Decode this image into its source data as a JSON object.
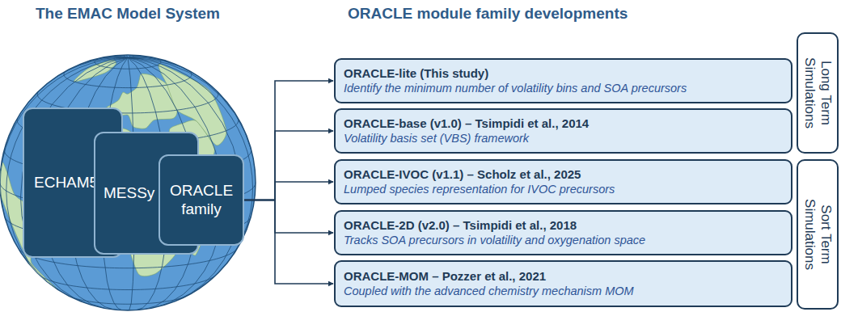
{
  "diagram": {
    "nodes": [
      {
        "text": [
          "ECHAM5"
        ]
      },
      {
        "text": [
          "MESSy"
        ]
      },
      {
        "text": [
          "ORACLE family"
        ]
      },
      {
        "text": [
          "ORACLE-lite (This study)",
          "Identify the minimum number of volatility bins and SOA precursors"
        ]
      },
      {
        "text": [
          "ORACLE-base (v1.0) – Tsimpidi et al., 2014",
          "Volatility basis set (VBS) framework"
        ]
      },
      {
        "text": [
          "ORACLE-IVOC (v1.1) – Scholz et al., 2025",
          "Lumped species representation for IVOC precursors"
        ]
      },
      {
        "text": [
          "ORACLE-2D (v2.0) – Tsimpidi et al., 2018",
          "Tracks SOA precursors in volatility and oxygenation space"
        ]
      },
      {
        "text": [
          "ORACLE-MOM – Pozzer et al., 2021",
          "Coupled with the advanced chemistry mechanism MOM"
        ]
      },
      {
        "text": [
          "Long Term Simulations"
        ]
      },
      {
        "text": [
          "Sort Term Simulations"
        ]
      }
    ],
    "edges": [
      {
        "from": 2,
        "to": 3,
        "arrow": "to"
      },
      {
        "from": 2,
        "to": 4,
        "arrow": "to"
      },
      {
        "from": 2,
        "to": 5,
        "arrow": "to"
      },
      {
        "from": 2,
        "to": 6,
        "arrow": "to"
      },
      {
        "from": 2,
        "to": 7,
        "arrow": "to"
      }
    ],
    "labels": [
      "The EMAC Model System",
      "ORACLE module family developments"
    ]
  }
}
